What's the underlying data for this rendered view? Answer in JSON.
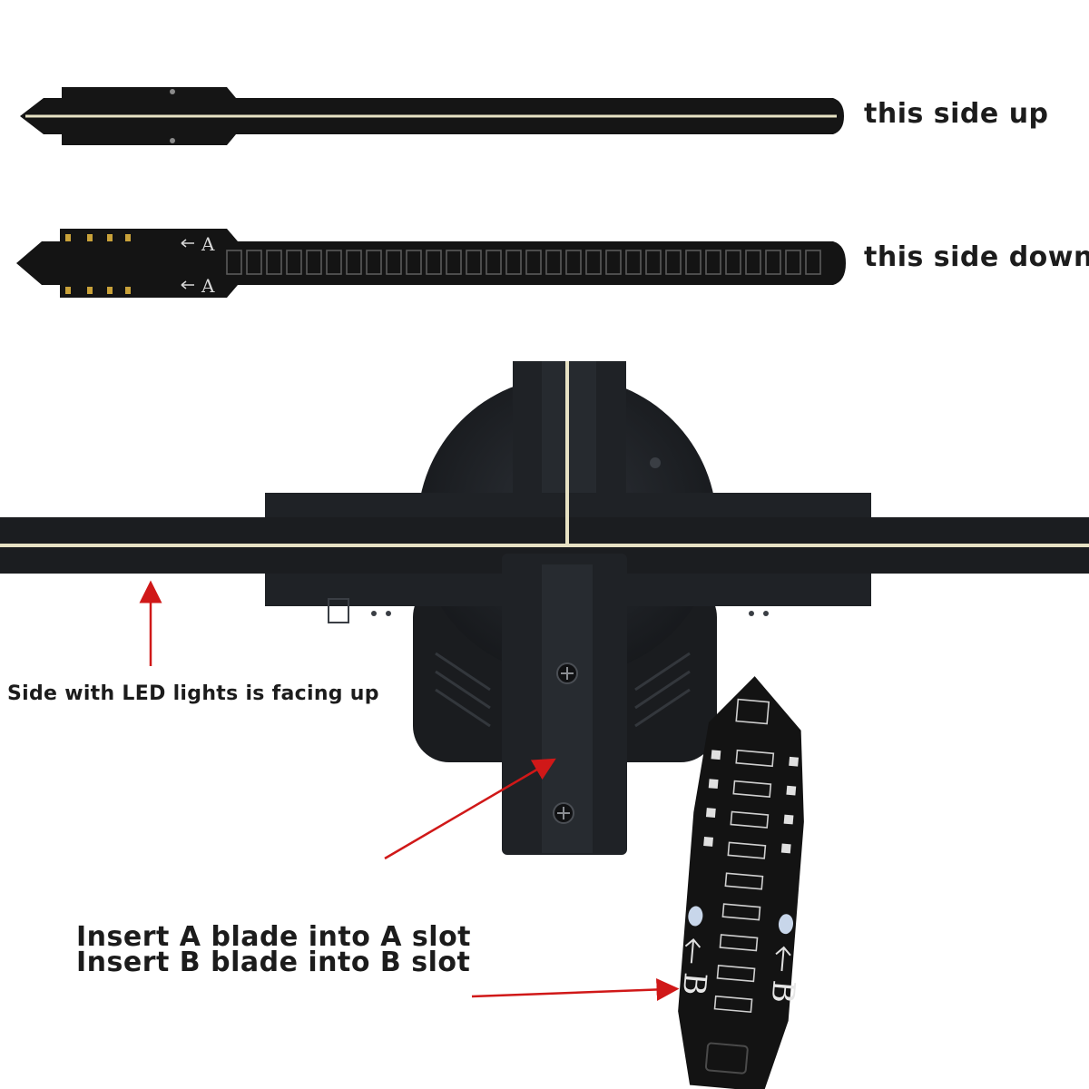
{
  "labels": {
    "top_blade": "this side up",
    "bottom_blade": "this side down",
    "led_note": "Side with LED lights is facing up",
    "insert_a": "Insert A blade into A slot",
    "insert_b": "Insert B blade into B slot"
  },
  "blade_marks": {
    "top_blade": "A",
    "b_blade": "B"
  },
  "colors": {
    "blade": "#151515",
    "led_strip": "#e7e2c4",
    "hub": "#1d2024",
    "arrow": "#d01818",
    "text": "#1c1c1c"
  }
}
